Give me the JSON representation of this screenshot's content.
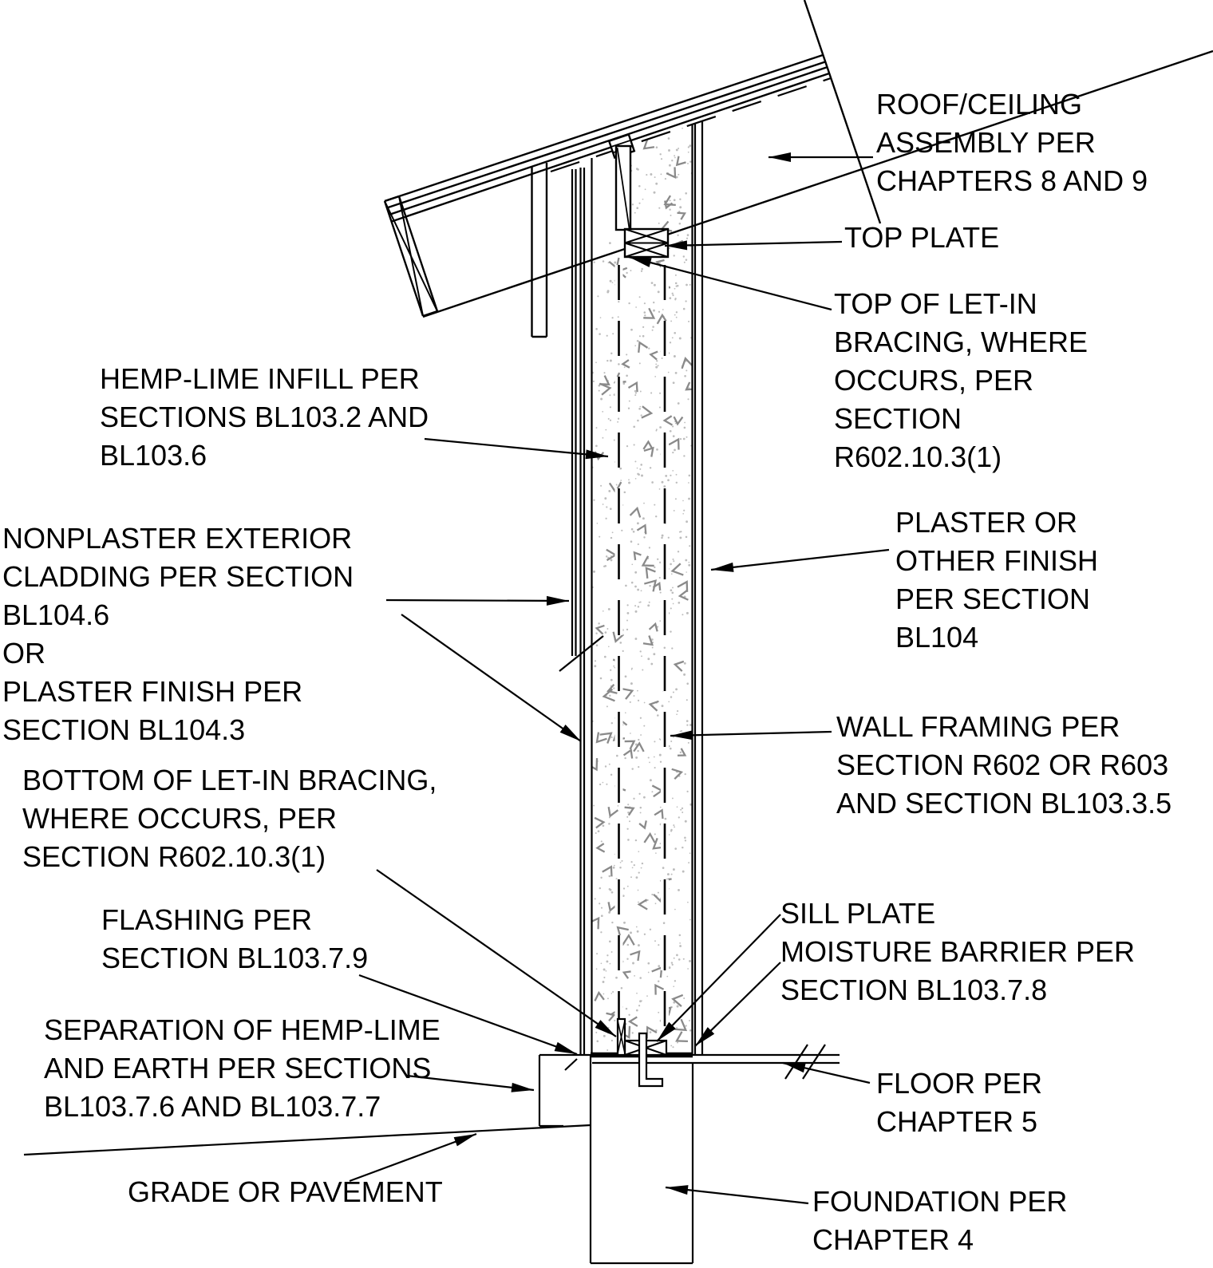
{
  "title": "Hemp-lime wall section construction detail",
  "colors": {
    "line": "#000000",
    "background": "#ffffff",
    "stipple_dot": "#bdbdbd",
    "stipple_mark": "#8a8a8a"
  },
  "labels": {
    "roof_ceiling": {
      "lines": [
        "ROOF/CEILING",
        "ASSEMBLY PER",
        "CHAPTERS 8 AND 9"
      ]
    },
    "top_plate": {
      "lines": [
        "TOP PLATE"
      ]
    },
    "top_let_in": {
      "lines": [
        "TOP OF LET-IN",
        "BRACING, WHERE",
        "OCCURS, PER",
        "SECTION",
        "R602.10.3(1)"
      ]
    },
    "hemp_lime": {
      "lines": [
        "HEMP-LIME INFILL PER",
        "SECTIONS BL103.2 AND",
        "BL103.6"
      ]
    },
    "nonplaster": {
      "lines": [
        "NONPLASTER EXTERIOR",
        "CLADDING PER SECTION",
        "BL104.6",
        "OR",
        "PLASTER FINISH PER",
        "SECTION BL104.3"
      ]
    },
    "plaster_finish": {
      "lines": [
        "PLASTER OR",
        "OTHER FINISH",
        "PER SECTION",
        "BL104"
      ]
    },
    "wall_framing": {
      "lines": [
        "WALL FRAMING PER",
        "SECTION R602 OR R603",
        "AND SECTION BL103.3.5"
      ]
    },
    "bottom_let_in": {
      "lines": [
        "BOTTOM OF LET-IN BRACING,",
        "WHERE OCCURS, PER",
        "SECTION R602.10.3(1)"
      ]
    },
    "flashing": {
      "lines": [
        "FLASHING PER",
        "SECTION BL103.7.9"
      ]
    },
    "sill_plate": {
      "lines": [
        "SILL PLATE",
        "MOISTURE BARRIER PER",
        "SECTION BL103.7.8"
      ]
    },
    "separation": {
      "lines": [
        "SEPARATION OF HEMP-LIME",
        "AND EARTH PER SECTIONS",
        "BL103.7.6 AND BL103.7.7"
      ]
    },
    "floor": {
      "lines": [
        "FLOOR PER",
        "CHAPTER 5"
      ]
    },
    "grade": {
      "lines": [
        "GRADE OR PAVEMENT"
      ]
    },
    "foundation": {
      "lines": [
        "FOUNDATION PER",
        "CHAPTER 4"
      ]
    }
  }
}
